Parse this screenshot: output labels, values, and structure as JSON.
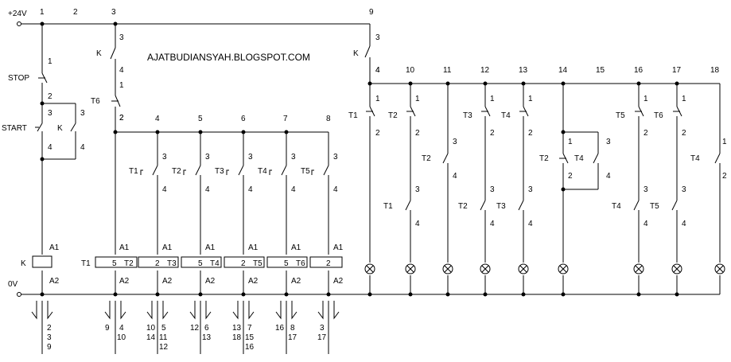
{
  "header": {
    "supply_label": "+24V",
    "ground_label": "0V",
    "watermark": "AJATBUDIANSYAH.BLOGSPOT.COM"
  },
  "wire_numbers_top": [
    "1",
    "2",
    "3",
    "9"
  ],
  "wire_numbers_row4": [
    "4",
    "10",
    "11",
    "12",
    "13",
    "14",
    "15",
    "16",
    "17",
    "18"
  ],
  "wire_numbers_row2": [
    "2",
    "4",
    "5",
    "6",
    "7",
    "8"
  ],
  "controls": {
    "stop": "STOP",
    "start": "START",
    "k": "K",
    "t6": "T6"
  },
  "terminal_labels": {
    "n1": "1",
    "n2": "2",
    "n3": "3",
    "n4": "4",
    "a1": "A1",
    "a2": "A2"
  },
  "timer_contacts_left": [
    "T1",
    "T2",
    "T3",
    "T4",
    "T5"
  ],
  "coils": [
    {
      "name": "K",
      "value": ""
    },
    {
      "name": "T1",
      "value": "5",
      "suffix": "T2"
    },
    {
      "name": "",
      "value": "2",
      "suffix": "T3"
    },
    {
      "name": "",
      "value": "5",
      "suffix": "T4"
    },
    {
      "name": "",
      "value": "2",
      "suffix": "T5"
    },
    {
      "name": "",
      "value": "5",
      "suffix": "T6"
    },
    {
      "name": "",
      "value": "2",
      "suffix": ""
    }
  ],
  "lamp_contacts_upper": [
    "T1",
    "T2",
    "T3",
    "T4",
    "T5",
    "T6",
    "T4"
  ],
  "lamp_contacts_mid": [
    "T2",
    "T2",
    "T4"
  ],
  "lamp_contacts_lower": [
    "T1",
    "T2",
    "T3",
    "T4",
    "T5"
  ],
  "cross_refs": [
    [
      "2",
      "3",
      "9"
    ],
    [
      "9",
      "4",
      "10"
    ],
    [
      "10",
      "14",
      "5",
      "11",
      "12"
    ],
    [
      "12",
      "6",
      "13"
    ],
    [
      "13",
      "18",
      "7",
      "15",
      "16"
    ],
    [
      "16",
      "8",
      "17"
    ],
    [
      "3",
      "17"
    ]
  ]
}
